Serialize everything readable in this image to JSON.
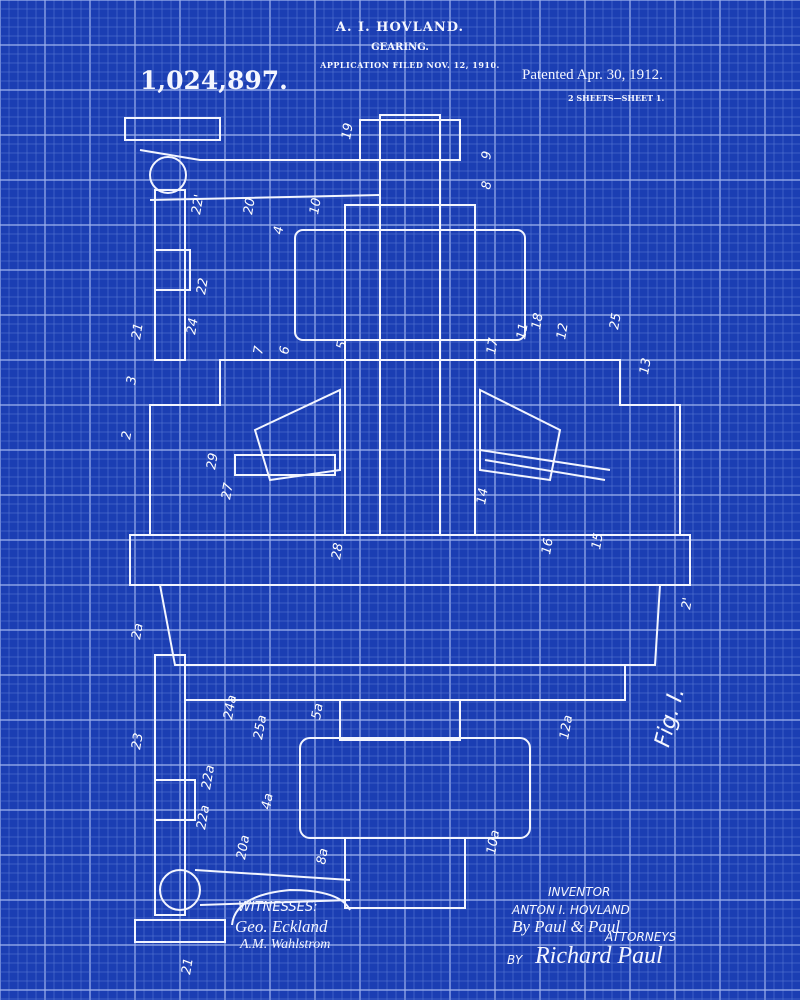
{
  "header": {
    "patent_number": "1,024,897.",
    "inventor_name": "A. I. HOVLAND.",
    "title": "GEARING.",
    "filed": "APPLICATION FILED NOV. 12, 1910.",
    "patented": "Patented Apr. 30, 1912.",
    "sheets": "2 SHEETS—SHEET 1."
  },
  "drawing": {
    "figure_label": "Fig. I.",
    "reference_numerals": [
      "19",
      "20",
      "22'",
      "22",
      "21",
      "24",
      "3",
      "2",
      "4",
      "10",
      "8",
      "9",
      "5",
      "6",
      "7",
      "17",
      "11",
      "18",
      "12",
      "25",
      "13",
      "29",
      "27",
      "28",
      "14",
      "16",
      "15",
      "2'",
      "2a",
      "24a",
      "25a",
      "5a",
      "12a",
      "23",
      "22a",
      "22a",
      "4a",
      "8a",
      "10a",
      "20a",
      "21"
    ]
  },
  "footer": {
    "witnesses_label": "WITNESSES:",
    "witness_1": "Geo. Eckland",
    "witness_2": "A.M. Wahlstrom",
    "inventor_label": "INVENTOR",
    "inventor": "ANTON I. HOVLAND",
    "attorneys_sig": "By Paul & Paul",
    "attorneys_label": "ATTORNEYS",
    "by_label": "BY",
    "by_sig": "Richard Paul"
  },
  "colors": {
    "background": "#1b3eb3",
    "lines": "#ffffff",
    "grid": "#5f7fd6"
  }
}
